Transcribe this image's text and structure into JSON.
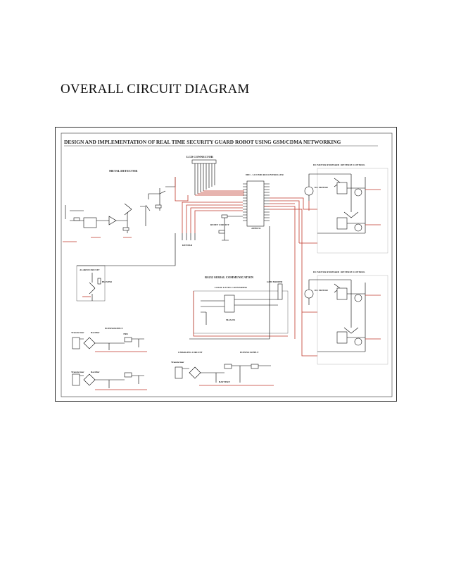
{
  "page": {
    "heading": "OVERALL CIRCUIT DIAGRAM"
  },
  "schematic": {
    "title": "DESIGN AND IMPLEMENTATION OF REAL TIME SECURITY GUARD ROBOT USING GSM/CDMA NETWORKING",
    "blocks": {
      "lcd_connector": "LCD CONNECTOR",
      "metal_detector": "METAL DETECTOR",
      "microcontroller": "8051 - LCD MICROCONTROLLER",
      "reset_circuit": "RESET CIRCUIT",
      "keypad": "KEYPAD",
      "alarm_circuit": "ALARM CIRCUIT",
      "buzzer": "BUZZER",
      "serial_comm": "RS232 SERIAL COMMUNICATION",
      "logic_converter": "LOGIC LEVEL CONVERTER",
      "gsm_modem": "GSM MODEM",
      "max232": "MAX232",
      "power_supply_1": "POWERSUPPLY",
      "charging_circuit": "CHARGING CIRCUIT",
      "power_supply_2": "POWER SUPPLY",
      "motor_control_1": "DC MOTOR FORWARD / REVERSE CONTROL",
      "motor_control_2": "DC MOTOR FORWARD / REVERSE CONTROL",
      "dc_motor": "DC MOTOR",
      "transformer": "Transformer",
      "rectifier": "Rectifier",
      "regulator": "7805",
      "battery": "BATTERY",
      "chip_at89c51": "AT89C51"
    }
  }
}
